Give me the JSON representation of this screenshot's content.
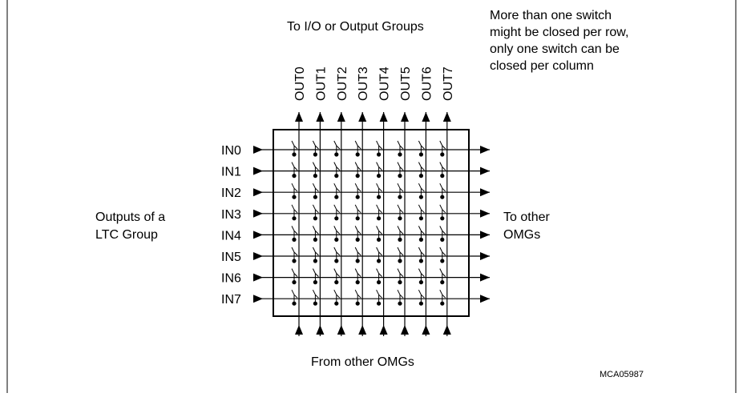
{
  "top_label": "To I/O or Output Groups",
  "note": [
    "More than one switch",
    "might be closed per row,",
    "only one switch can be",
    "closed per column"
  ],
  "left_label": [
    "Outputs of a",
    "LTC Group"
  ],
  "right_label": [
    "To other",
    "OMGs"
  ],
  "bottom_label": "From other OMGs",
  "figure_id": "MCA05987",
  "outputs": [
    "OUT0",
    "OUT1",
    "OUT2",
    "OUT3",
    "OUT4",
    "OUT5",
    "OUT6",
    "OUT7"
  ],
  "inputs": [
    "IN0",
    "IN1",
    "IN2",
    "IN3",
    "IN4",
    "IN5",
    "IN6",
    "IN7"
  ]
}
